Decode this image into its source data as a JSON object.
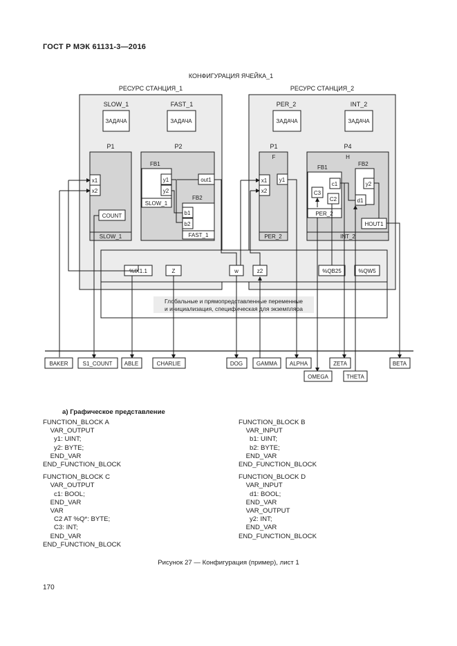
{
  "header": {
    "standard": "ГОСТ Р МЭК 61131-3—2016"
  },
  "diagram": {
    "configuration": "КОНФИГУРАЦИЯ ЯЧЕЙКА_1",
    "resources": [
      {
        "name": "РЕСУРС СТАНЦИЯ_1",
        "tasks": [
          {
            "name": "SLOW_1",
            "label": "ЗАДАЧА"
          },
          {
            "name": "FAST_1",
            "label": "ЗАДАЧА"
          }
        ],
        "programs": [
          {
            "name": "P1",
            "sub": "",
            "task": "SLOW_1",
            "inputs": [
              "x1",
              "x2"
            ],
            "outputs": [],
            "inner": "COUNT"
          },
          {
            "name": "P2",
            "sub": "",
            "task": "FAST_1",
            "fb1": {
              "name": "FB1",
              "outputs": [
                "y1",
                "y2"
              ],
              "instance": "SLOW_1"
            },
            "fb2": {
              "name": "FB2",
              "inputs": [
                "b1",
                "b2"
              ],
              "instance": "FAST_1"
            },
            "outputs": [
              "out1"
            ]
          }
        ]
      },
      {
        "name": "РЕСУРС СТАНЦИЯ_2",
        "tasks": [
          {
            "name": "PER_2",
            "label": "ЗАДАЧА"
          },
          {
            "name": "INT_2",
            "label": "ЗАДАЧА"
          }
        ],
        "programs": [
          {
            "name": "P1",
            "sub": "F",
            "task": "PER_2",
            "inputs": [
              "x1",
              "x2"
            ],
            "outputs": [
              "y1"
            ]
          },
          {
            "name": "P4",
            "sub": "H",
            "task": "INT_2",
            "fb1": {
              "name": "FB1",
              "vars": [
                "c1",
                "C3",
                "C2"
              ],
              "instance": "PER_2"
            },
            "fb2": {
              "name": "FB2",
              "vars": [
                "y2",
                "d1"
              ],
              "instance": ""
            },
            "outputs": [
              "HOUT1"
            ]
          }
        ]
      }
    ],
    "global_vars": [
      "%IX1.1",
      "Z",
      "w",
      "z2",
      "%QB25",
      "%QW5"
    ],
    "global_note": [
      "Глобальные и прямопредставленные переменные",
      "и инициализация, специфическая для экземпляра"
    ],
    "access_paths": [
      "BAKER",
      "S1_COUNT",
      "ABLE",
      "CHARLIE",
      "DOG",
      "GAMMA",
      "ALPHA",
      "OMEGA",
      "ZETA",
      "THETA",
      "BETA"
    ]
  },
  "subcaption": "а) Графическое представление",
  "code": {
    "left": [
      "FUNCTION_BLOCK A",
      "    VAR_OUTPUT",
      "      y1: UINT;",
      "      y2: BYTE;",
      "    END_VAR",
      "END_FUNCTION_BLOCK",
      "",
      "FUNCTION_BLOCK C",
      "    VAR_OUTPUT",
      "      c1: BOOL;",
      "    END_VAR",
      "    VAR",
      "      C2 AT %Q*: BYTE;",
      "      C3: INT;",
      "    END_VAR",
      "END_FUNCTION_BLOCK"
    ],
    "right": [
      "FUNCTION_BLOCK B",
      "    VAR_INPUT",
      "      b1: UINT;",
      "      b2: BYTE;",
      "    END_VAR",
      "END_FUNCTION_BLOCK",
      "",
      "FUNCTION_BLOCK D",
      "    VAR_INPUT",
      "      d1: BOOL;",
      "    END_VAR",
      "    VAR_OUTPUT",
      "      y2: INT;",
      "    END_VAR",
      "END_FUNCTION_BLOCK"
    ]
  },
  "caption": "Рисунок 27 — Конфигурация (пример), лист 1",
  "page_number": "170"
}
